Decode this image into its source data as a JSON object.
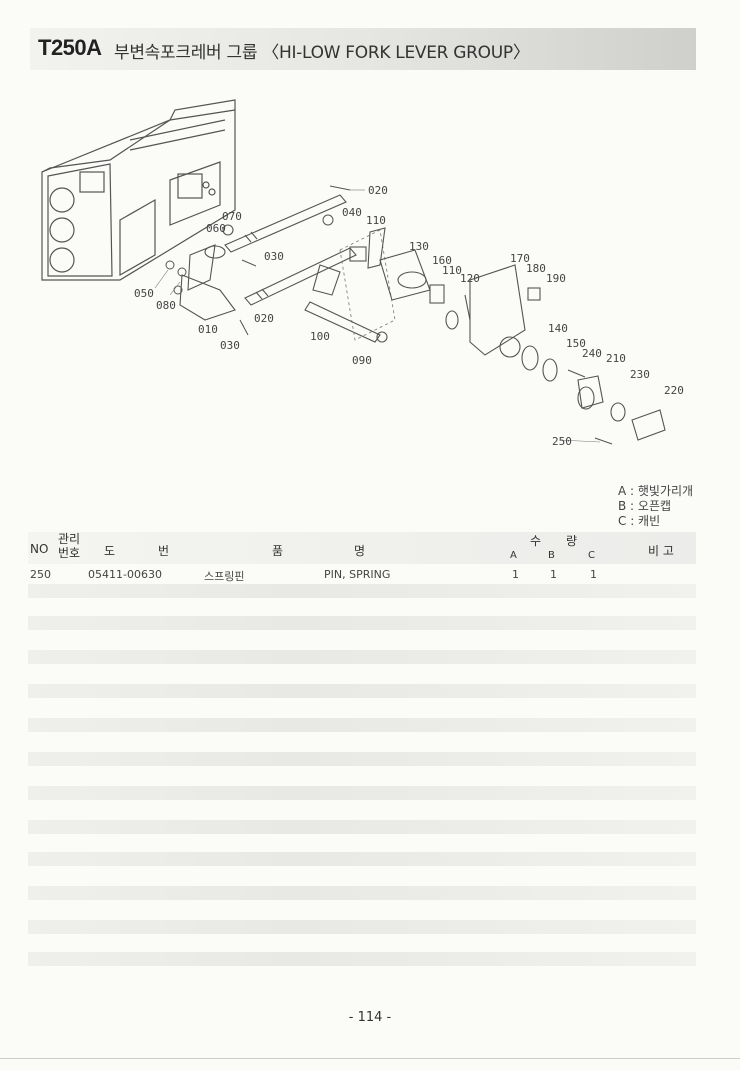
{
  "header": {
    "code": "T250A",
    "title": "부변속포크레버 그룹 〈HI-LOW FORK LEVER GROUP〉"
  },
  "diagram": {
    "callouts": [
      "020",
      "040",
      "110",
      "070",
      "060",
      "030",
      "130",
      "160",
      "170",
      "180",
      "190",
      "110",
      "120",
      "050",
      "080",
      "020",
      "010",
      "100",
      "030",
      "090",
      "140",
      "150",
      "240",
      "210",
      "230",
      "220",
      "250"
    ]
  },
  "legend": {
    "a": "A : 햇빛가리개",
    "b": "B : 오픈캡",
    "c": "C : 캐빈"
  },
  "table": {
    "headers": {
      "no": "NO",
      "mgmt": "관리",
      "mgmt2": "번호",
      "drawing_a": "도",
      "drawing_b": "번",
      "name_a": "품",
      "name_b": "명",
      "qty_a": "수",
      "qty_b": "량",
      "col_a": "A",
      "col_b": "B",
      "col_c": "C",
      "remark": "비 고"
    },
    "rows": [
      {
        "no": "250",
        "part": "05411-00630",
        "name_ko": "스프링핀",
        "name_en": "PIN, SPRING",
        "a": "1",
        "b": "1",
        "c": "1"
      }
    ]
  },
  "page": {
    "number": "- 114 -"
  }
}
